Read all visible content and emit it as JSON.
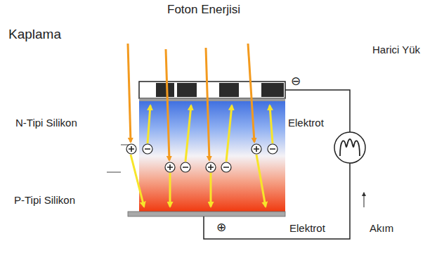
{
  "diagram": {
    "title": "Foton Enerjisi",
    "labels": [
      "Kaplama",
      "N-Tipi Silikon",
      "P-Tipi Silikon",
      "Elektrot",
      "Elektrot",
      "Harici Yük",
      "Akım",
      "⊖",
      "⊕"
    ]
  }
}
